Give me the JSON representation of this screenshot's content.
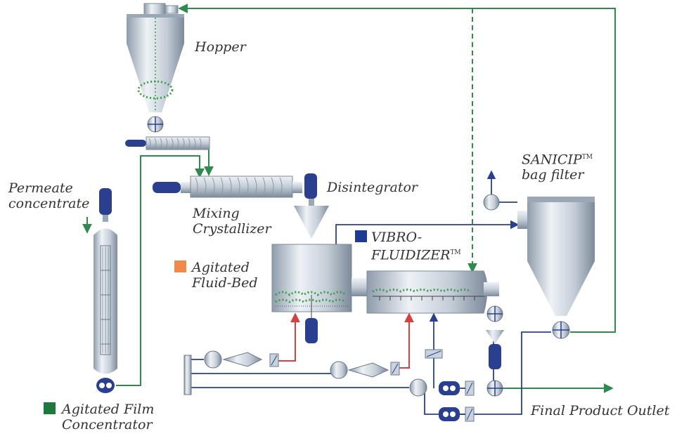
{
  "labels": {
    "hopper": "Hopper",
    "bag_filter_line1": "SANICIP",
    "bag_filter_tm": "TM",
    "bag_filter_line2": "bag filter",
    "permeate_line1": "Permeate",
    "permeate_line2": "concentrate",
    "disintegrator": "Disintegrator",
    "mixing_line1": "Mixing",
    "mixing_line2": "Crystallizer",
    "vibro_line1": "VIBRO-",
    "vibro_line2": "FLUIDIZER",
    "vibro_tm": "TM",
    "fluidbed_line1": "Agitated",
    "fluidbed_line2": "Fluid-Bed",
    "film_line1": "Agitated Film",
    "film_line2": "Concentrator",
    "outlet": "Final Product Outlet"
  },
  "colors": {
    "green_line": "#2e8b4e",
    "blue_line": "#2a3f8f",
    "red_line": "#d64040",
    "vessel": "#c9d3df",
    "particles": "#3aa04a",
    "swatch_fluidbed": "#f08a4b",
    "swatch_vibro": "#1f3a93",
    "swatch_film": "#1e7a3c",
    "label_text": "#333333"
  }
}
